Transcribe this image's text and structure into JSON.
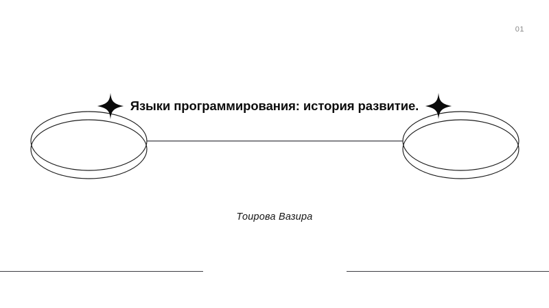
{
  "slide": {
    "page_number": "01",
    "title": "Языки программирования: история развитие.",
    "author": "Тоирова Вазира",
    "background_color": "#ffffff",
    "text_color": "#0d0d0d",
    "page_number_color": "#888888",
    "rule_color": "#3a3a40",
    "stroke_color": "#1a1a1a"
  },
  "decoration": {
    "sparkle_left": "sparkle-star-icon",
    "sparkle_right": "sparkle-star-icon",
    "ellipse_left": "ring-outline-left",
    "ellipse_right": "ring-outline-right",
    "connector": "horizontal-connector-line",
    "rule_left": "bottom-rule-left",
    "rule_right": "bottom-rule-right"
  }
}
